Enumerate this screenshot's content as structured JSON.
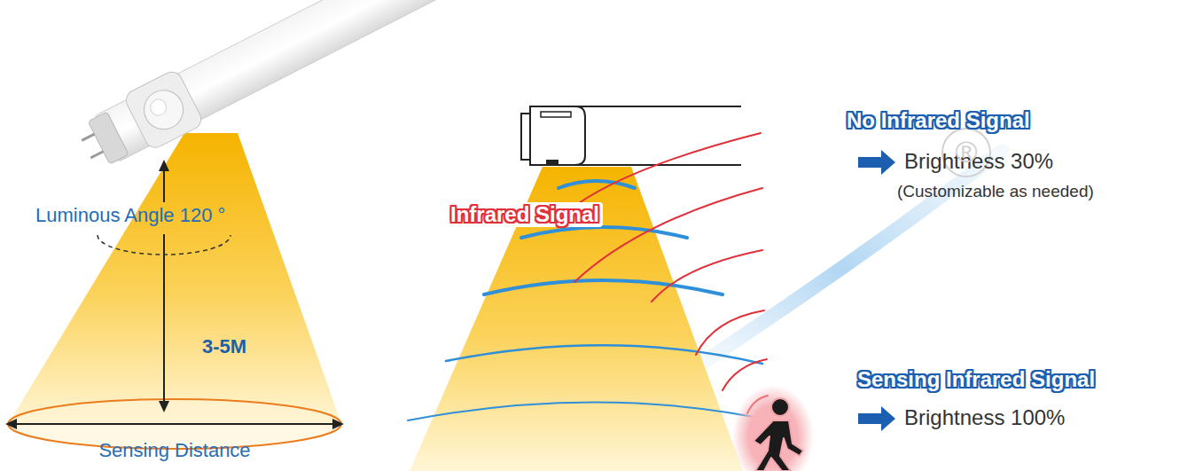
{
  "diagram": {
    "labels": [
      "Luminous Angle 120 °",
      "3-5M",
      "Sensing Distance",
      "Infrared Signal",
      "No Infrared Signal",
      "Brightness 30%",
      "(Customizable as needed)",
      "Sensing Infrared Signal",
      "Brightness 100%",
      "®"
    ]
  }
}
